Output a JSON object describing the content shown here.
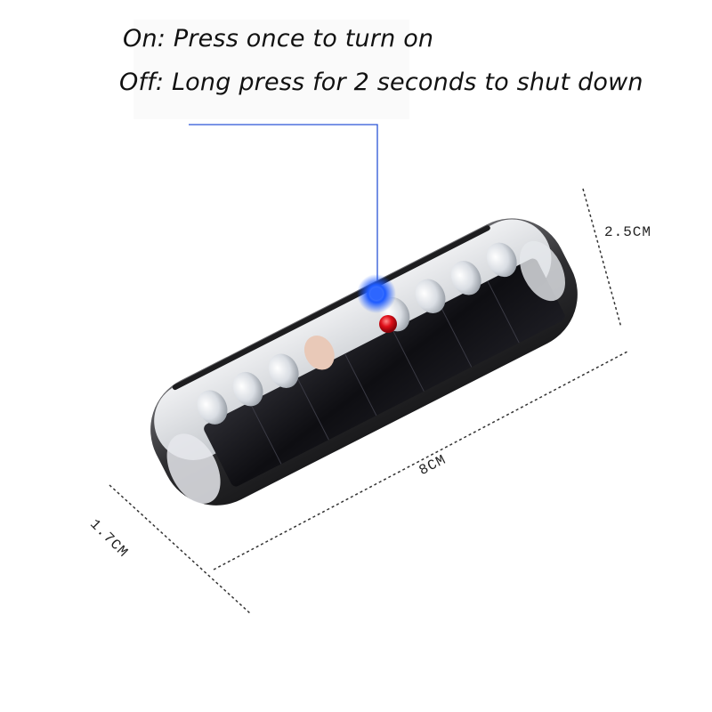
{
  "instructions": {
    "on": "On: Press once to turn on",
    "off": "Off: Long press for 2 seconds to shut down"
  },
  "dimensions": {
    "height": "2.5CM",
    "length": "8CM",
    "width": "1.7CM"
  },
  "colors": {
    "callout_line": "#2a55d6",
    "button_blue": "#1e5bff",
    "indicator_red": "#e0101a",
    "solar_panel": "#151518",
    "housing": "#3a3a3c"
  },
  "icons": {
    "power_button": "blue-button-icon",
    "indicator": "red-led-icon"
  }
}
